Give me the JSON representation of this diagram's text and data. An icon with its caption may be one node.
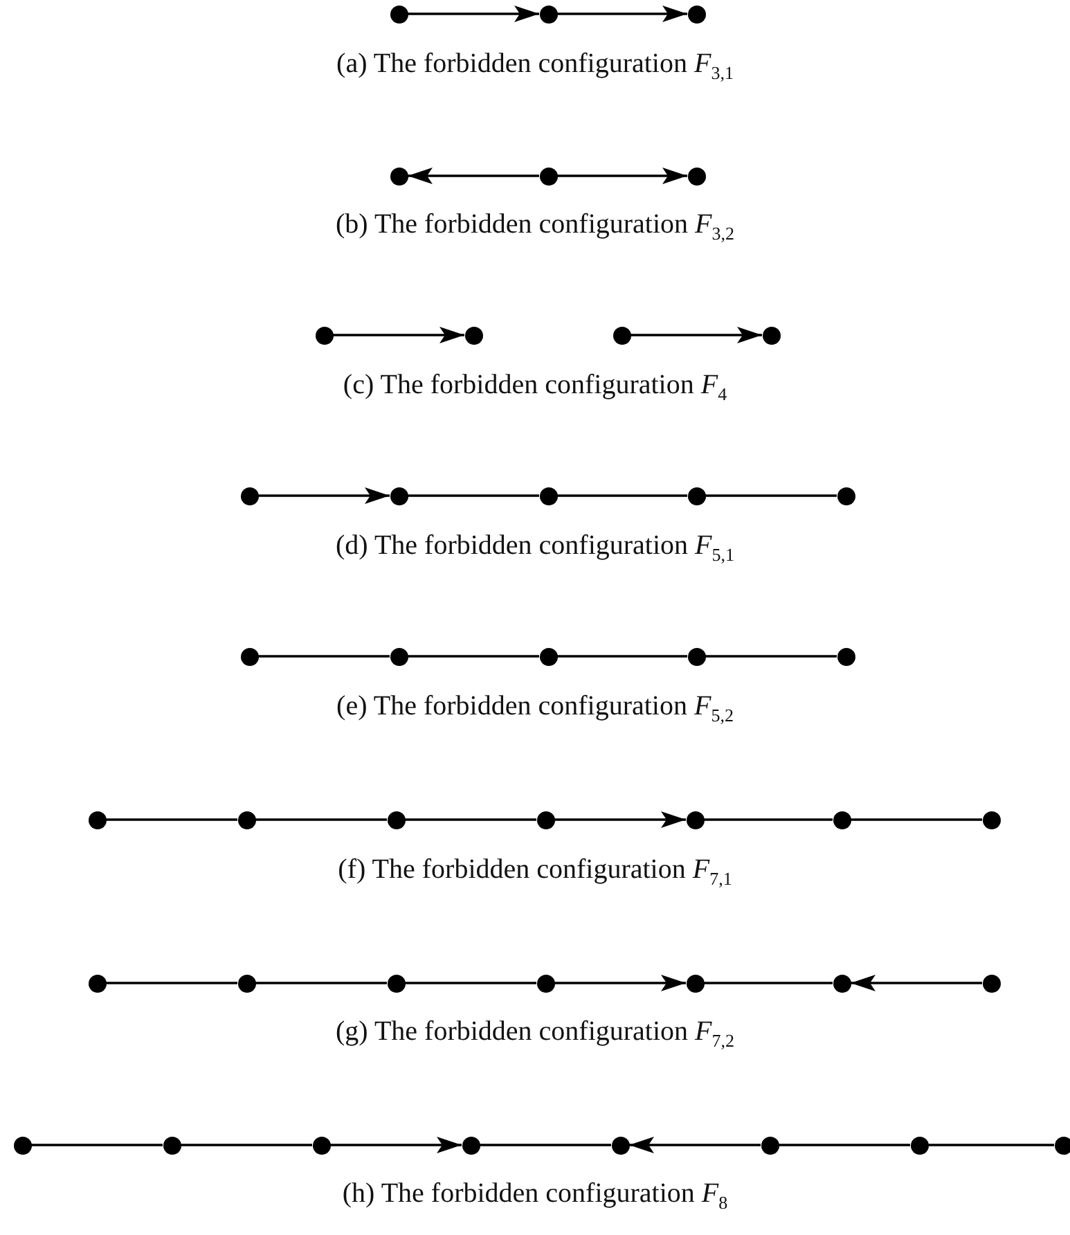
{
  "diagram": {
    "nodes": [
      {
        "text": [],
        "shape": "circle"
      },
      {
        "text": [],
        "shape": "circle"
      },
      {
        "text": [],
        "shape": "circle"
      },
      {
        "text": [],
        "shape": "circle"
      },
      {
        "text": [],
        "shape": "circle"
      },
      {
        "text": [],
        "shape": "circle"
      },
      {
        "text": [],
        "shape": "circle"
      },
      {
        "text": [],
        "shape": "circle"
      },
      {
        "text": [],
        "shape": "circle"
      },
      {
        "text": [],
        "shape": "circle"
      },
      {
        "text": [],
        "shape": "circle"
      },
      {
        "text": [],
        "shape": "circle"
      },
      {
        "text": [],
        "shape": "circle"
      },
      {
        "text": [],
        "shape": "circle"
      },
      {
        "text": [],
        "shape": "circle"
      },
      {
        "text": [],
        "shape": "circle"
      },
      {
        "text": [],
        "shape": "circle"
      },
      {
        "text": [],
        "shape": "circle"
      },
      {
        "text": [],
        "shape": "circle"
      },
      {
        "text": [],
        "shape": "circle"
      },
      {
        "text": [],
        "shape": "circle"
      },
      {
        "text": [],
        "shape": "circle"
      },
      {
        "text": [],
        "shape": "circle"
      },
      {
        "text": [],
        "shape": "circle"
      },
      {
        "text": [],
        "shape": "circle"
      },
      {
        "text": [],
        "shape": "circle"
      },
      {
        "text": [],
        "shape": "circle"
      },
      {
        "text": [],
        "shape": "circle"
      },
      {
        "text": [],
        "shape": "circle"
      },
      {
        "text": [],
        "shape": "circle"
      },
      {
        "text": [],
        "shape": "circle"
      },
      {
        "text": [],
        "shape": "circle"
      },
      {
        "text": [],
        "shape": "circle"
      },
      {
        "text": [],
        "shape": "circle"
      },
      {
        "text": [],
        "shape": "circle"
      },
      {
        "text": [],
        "shape": "circle"
      },
      {
        "text": [],
        "shape": "circle"
      },
      {
        "text": [],
        "shape": "circle"
      },
      {
        "text": [],
        "shape": "circle"
      },
      {
        "text": [],
        "shape": "circle"
      },
      {
        "text": [],
        "shape": "circle"
      },
      {
        "text": [],
        "shape": "circle"
      }
    ],
    "edges": [
      {
        "from": 0,
        "to": 1,
        "arrow": "to"
      },
      {
        "from": 1,
        "to": 2,
        "arrow": "to"
      },
      {
        "from": 4,
        "to": 3,
        "arrow": "to"
      },
      {
        "from": 4,
        "to": 5,
        "arrow": "to"
      },
      {
        "from": 6,
        "to": 7,
        "arrow": "to"
      },
      {
        "from": 8,
        "to": 9,
        "arrow": "to"
      },
      {
        "from": 10,
        "to": 11,
        "arrow": "to"
      },
      {
        "from": 11,
        "to": 12,
        "arrow": "none"
      },
      {
        "from": 12,
        "to": 13,
        "arrow": "none"
      },
      {
        "from": 13,
        "to": 14,
        "arrow": "none"
      },
      {
        "from": 15,
        "to": 16,
        "arrow": "none"
      },
      {
        "from": 16,
        "to": 17,
        "arrow": "none"
      },
      {
        "from": 17,
        "to": 18,
        "arrow": "none"
      },
      {
        "from": 18,
        "to": 19,
        "arrow": "none"
      },
      {
        "from": 20,
        "to": 21,
        "arrow": "none"
      },
      {
        "from": 21,
        "to": 22,
        "arrow": "none"
      },
      {
        "from": 22,
        "to": 23,
        "arrow": "none"
      },
      {
        "from": 23,
        "to": 24,
        "arrow": "to"
      },
      {
        "from": 24,
        "to": 25,
        "arrow": "none"
      },
      {
        "from": 25,
        "to": 26,
        "arrow": "none"
      },
      {
        "from": 27,
        "to": 28,
        "arrow": "none"
      },
      {
        "from": 28,
        "to": 29,
        "arrow": "none"
      },
      {
        "from": 29,
        "to": 30,
        "arrow": "none"
      },
      {
        "from": 30,
        "to": 31,
        "arrow": "to"
      },
      {
        "from": 31,
        "to": 32,
        "arrow": "none"
      },
      {
        "from": 33,
        "to": 32,
        "arrow": "to"
      },
      {
        "from": 34,
        "to": 35,
        "arrow": "none"
      },
      {
        "from": 35,
        "to": 36,
        "arrow": "none"
      },
      {
        "from": 36,
        "to": 37,
        "arrow": "to"
      },
      {
        "from": 37,
        "to": 38,
        "arrow": "none"
      },
      {
        "from": 39,
        "to": 38,
        "arrow": "to"
      },
      {
        "from": 39,
        "to": 40,
        "arrow": "none"
      },
      {
        "from": 40,
        "to": 41,
        "arrow": "none"
      }
    ],
    "labels": [
      "(a) The forbidden configuration *F*$_{3,1}$",
      "(b) The forbidden configuration *F*$_{3,2}$",
      "(c) The forbidden configuration *F*$_{4}$",
      "(d) The forbidden configuration *F*$_{5,1}$",
      "(e) The forbidden configuration *F*$_{5,2}$",
      "(f) The forbidden configuration *F*$_{7,1}$",
      "(g) The forbidden configuration *F*$_{7,2}$",
      "(h) The forbidden configuration *F*$_{8}$"
    ]
  }
}
